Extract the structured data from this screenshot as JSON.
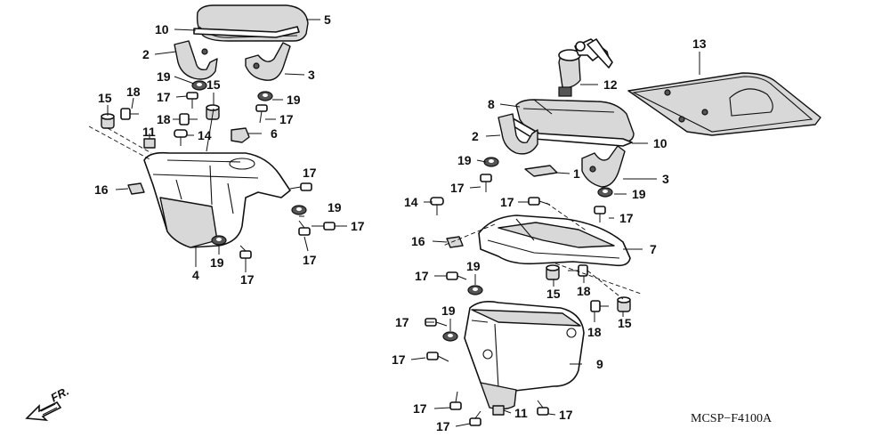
{
  "diagram_code": "MCSP−F4100A",
  "direction_label": "FR.",
  "callouts": [
    {
      "id": "c10a",
      "text": "10"
    },
    {
      "id": "c5",
      "text": "5"
    },
    {
      "id": "c2a",
      "text": "2"
    },
    {
      "id": "c3a",
      "text": "3"
    },
    {
      "id": "c19a",
      "text": "19"
    },
    {
      "id": "c17a",
      "text": "17"
    },
    {
      "id": "c15a",
      "text": "15"
    },
    {
      "id": "c19b",
      "text": "19"
    },
    {
      "id": "c15b",
      "text": "15"
    },
    {
      "id": "c18a",
      "text": "18"
    },
    {
      "id": "c18b",
      "text": "18"
    },
    {
      "id": "c17b",
      "text": "17"
    },
    {
      "id": "c11a",
      "text": "11"
    },
    {
      "id": "c14a",
      "text": "14"
    },
    {
      "id": "c6",
      "text": "6"
    },
    {
      "id": "c16a",
      "text": "16"
    },
    {
      "id": "c17c",
      "text": "17"
    },
    {
      "id": "c19c",
      "text": "19"
    },
    {
      "id": "c17d",
      "text": "17"
    },
    {
      "id": "c17e",
      "text": "17"
    },
    {
      "id": "c4",
      "text": "4"
    },
    {
      "id": "c19d",
      "text": "19"
    },
    {
      "id": "c17f",
      "text": "17"
    },
    {
      "id": "c13",
      "text": "13"
    },
    {
      "id": "c12",
      "text": "12"
    },
    {
      "id": "c8",
      "text": "8"
    },
    {
      "id": "c2b",
      "text": "2"
    },
    {
      "id": "c10b",
      "text": "10"
    },
    {
      "id": "c19e",
      "text": "19"
    },
    {
      "id": "c1",
      "text": "1"
    },
    {
      "id": "c3b",
      "text": "3"
    },
    {
      "id": "c17g",
      "text": "17"
    },
    {
      "id": "c19f",
      "text": "19"
    },
    {
      "id": "c14b",
      "text": "14"
    },
    {
      "id": "c17h",
      "text": "17"
    },
    {
      "id": "c17i",
      "text": "17"
    },
    {
      "id": "c16b",
      "text": "16"
    },
    {
      "id": "c7",
      "text": "7"
    },
    {
      "id": "c17j",
      "text": "17"
    },
    {
      "id": "c19g",
      "text": "19"
    },
    {
      "id": "c15c",
      "text": "15"
    },
    {
      "id": "c18c",
      "text": "18"
    },
    {
      "id": "c18d",
      "text": "18"
    },
    {
      "id": "c15d",
      "text": "15"
    },
    {
      "id": "c17k",
      "text": "17"
    },
    {
      "id": "c19h",
      "text": "19"
    },
    {
      "id": "c17l",
      "text": "17"
    },
    {
      "id": "c9",
      "text": "9"
    },
    {
      "id": "c17m",
      "text": "17"
    },
    {
      "id": "c11b",
      "text": "11"
    },
    {
      "id": "c17n",
      "text": "17"
    },
    {
      "id": "c17o",
      "text": "17"
    }
  ]
}
